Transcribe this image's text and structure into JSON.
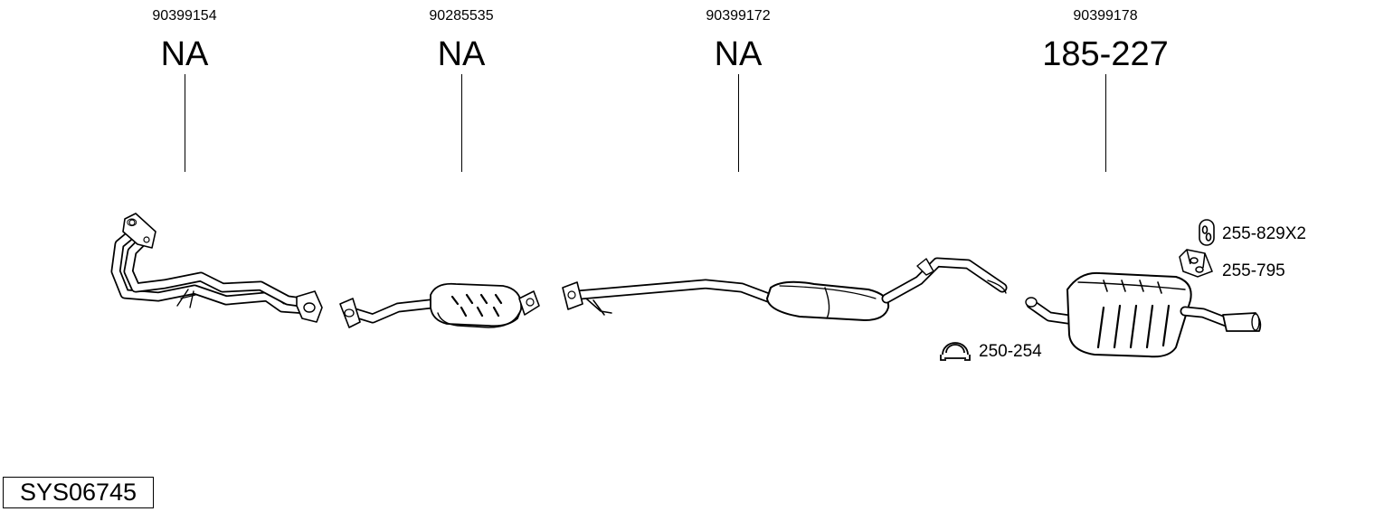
{
  "parts": [
    {
      "number": "90399154",
      "code": "NA"
    },
    {
      "number": "90285535",
      "code": "NA"
    },
    {
      "number": "90399172",
      "code": "NA"
    },
    {
      "number": "90399178",
      "code": "185-227"
    }
  ],
  "accessories": [
    {
      "code": "255-829X2"
    },
    {
      "code": "255-795"
    },
    {
      "code": "250-254"
    }
  ],
  "system_id": "SYS06745"
}
